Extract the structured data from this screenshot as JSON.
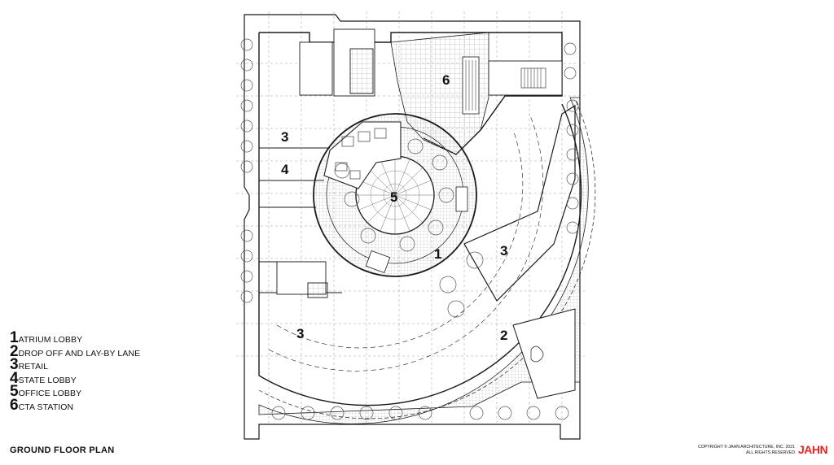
{
  "legend": [
    {
      "num": "1",
      "label": "ATRIUM LOBBY"
    },
    {
      "num": "2",
      "label": "DROP OFF AND LAY-BY LANE"
    },
    {
      "num": "3",
      "label": "RETAIL"
    },
    {
      "num": "4",
      "label": "STATE LOBBY"
    },
    {
      "num": "5",
      "label": "OFFICE LOBBY"
    },
    {
      "num": "6",
      "label": "CTA STATION"
    }
  ],
  "plan_labels": {
    "atrium": "1",
    "drop_off": "2",
    "retail_nw": "3",
    "retail_se": "3",
    "retail_sw": "3",
    "state_lobby": "4",
    "office_lobby": "5",
    "cta_station": "6"
  },
  "title": "GROUND FLOOR PLAN",
  "copyright_line1": "COPYRIGHT © JAHN ARCHITECTURE, INC. 2021",
  "copyright_line2": "ALL RIGHTS RESERVED",
  "logo": "JAHN",
  "colors": {
    "ink": "#1a1a1a",
    "logo": "#e3261e",
    "hatch": "#9a9a9a"
  }
}
